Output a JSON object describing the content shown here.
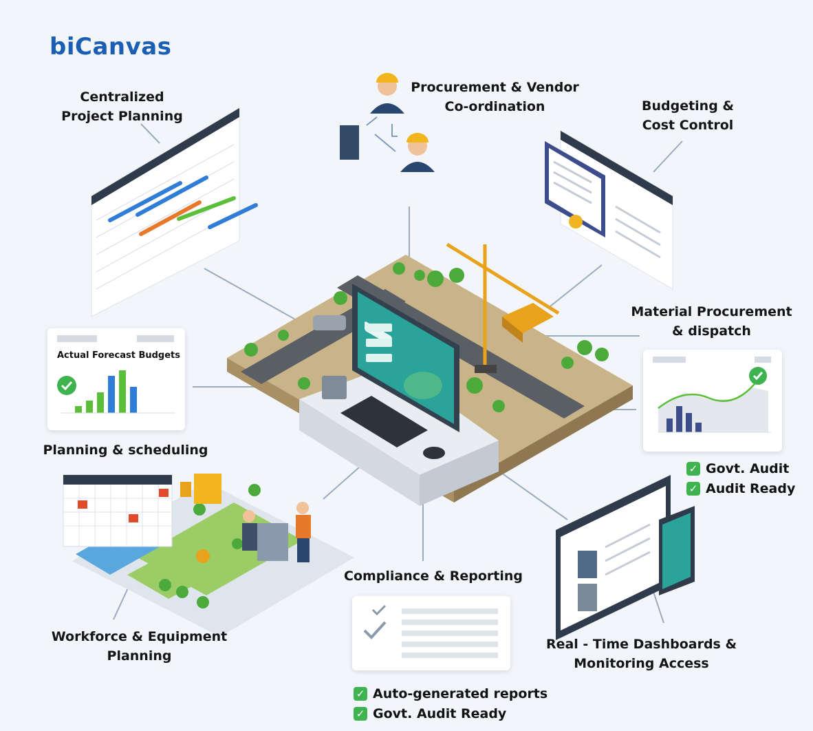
{
  "brand": {
    "name": "biCanvas",
    "color": "#1a5fb4"
  },
  "features": {
    "centralized_planning": {
      "line1": "Centralized",
      "line2": "Project Planning"
    },
    "procurement_vendor": {
      "line1": "Procurement & Vendor",
      "line2": "Co-ordination"
    },
    "budgeting": {
      "line1": "Budgeting &",
      "line2": "Cost Control"
    },
    "material_procurement": {
      "line1": "Material Procurement",
      "line2": "& dispatch"
    },
    "planning_scheduling": {
      "line1": "Planning & scheduling"
    },
    "workforce_equipment": {
      "line1": "Workforce & Equipment",
      "line2": "Planning"
    },
    "compliance_reporting": {
      "line1": "Compliance & Reporting"
    },
    "realtime_dashboards": {
      "line1": "Real - Time Dashboards &",
      "line2": "Monitoring Access"
    }
  },
  "budget_card": {
    "title": "Actual Forecast Budgets",
    "icon": "check-circle-icon"
  },
  "badges_right": [
    {
      "label": "Govt. Audit",
      "icon": "check-box-icon"
    },
    {
      "label": "Audit Ready",
      "icon": "check-box-icon"
    }
  ],
  "badges_bottom": [
    {
      "label": "Auto-generated reports",
      "icon": "check-box-icon"
    },
    {
      "label": "Govt. Audit Ready",
      "icon": "check-box-icon"
    }
  ],
  "colors": {
    "accent_blue": "#2f7dd6",
    "accent_green": "#5bbf3a",
    "accent_orange": "#e8792b",
    "teal_screen": "#2aa39b",
    "check_green": "#3fb34f",
    "connector": "#9aabbf"
  }
}
